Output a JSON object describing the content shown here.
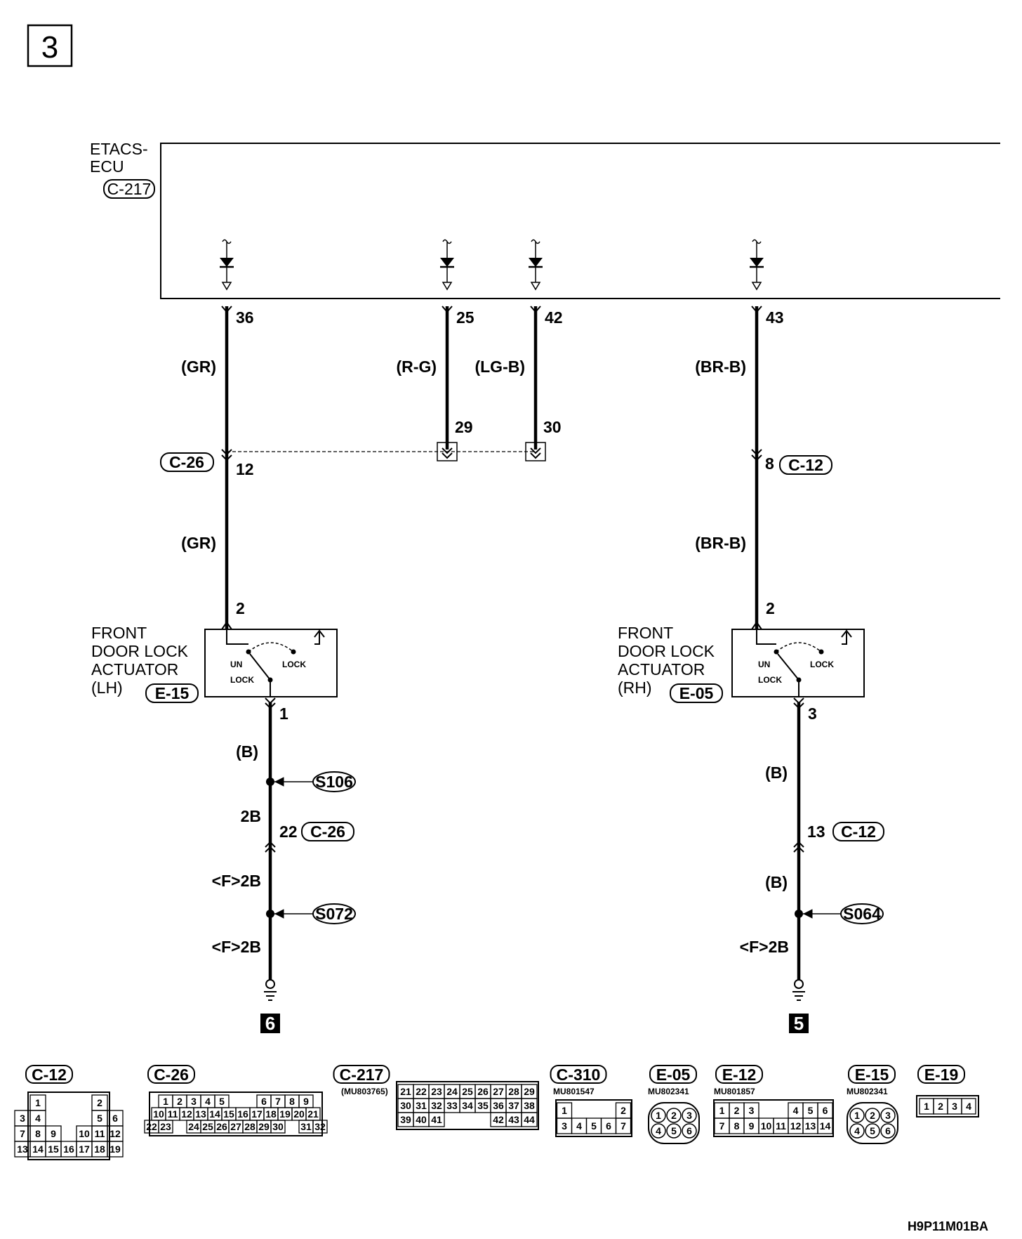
{
  "page_number": "3",
  "ecu": {
    "name_line1": "ETACS-",
    "name_line2": "ECU",
    "connector": "C-217"
  },
  "wires": [
    {
      "ecu_pin": "36",
      "color_top": "(GR)",
      "inline_connector": "C-26",
      "inline_pin": "12",
      "color_bottom": "(GR)",
      "actuator_pin": "2"
    },
    {
      "ecu_pin": "25",
      "color_top": "(R-G)",
      "joint_pin": "29"
    },
    {
      "ecu_pin": "42",
      "color_top": "(LG-B)",
      "joint_pin": "30"
    },
    {
      "ecu_pin": "43",
      "color_top": "(BR-B)",
      "inline_connector": "C-12",
      "inline_pin": "8",
      "color_bottom": "(BR-B)",
      "actuator_pin": "2"
    }
  ],
  "actuators": [
    {
      "line1": "FRONT",
      "line2": "DOOR LOCK",
      "line3": "ACTUATOR",
      "line4": "(LH)",
      "connector": "E-15",
      "unlock_top": "UN",
      "unlock_bottom": "LOCK",
      "lock": "LOCK",
      "ground_pin": "1",
      "wire1_color": "(B)",
      "splice1": "S106",
      "wire2_label": "2B",
      "inline_pin": "22",
      "inline_connector": "C-26",
      "wire3_label": "<F>2B",
      "splice2": "S072",
      "wire4_label": "<F>2B",
      "ground_ref": "6"
    },
    {
      "line1": "FRONT",
      "line2": "DOOR LOCK",
      "line3": "ACTUATOR",
      "line4": "(RH)",
      "connector": "E-05",
      "unlock_top": "UN",
      "unlock_bottom": "LOCK",
      "lock": "LOCK",
      "ground_pin": "3",
      "wire1_color": "(B)",
      "inline_pin": "13",
      "inline_connector": "C-12",
      "wire3_label": "(B)",
      "splice2": "S064",
      "wire4_label": "<F>2B",
      "ground_ref": "5"
    }
  ],
  "connector_views": [
    {
      "name": "C-12",
      "part": "",
      "rows": [
        [
          "",
          "1",
          "",
          "",
          "",
          "2",
          ""
        ],
        [
          "3",
          "4",
          "",
          "",
          "",
          "5",
          "6"
        ],
        [
          "7",
          "8",
          "9",
          "",
          "10",
          "11",
          "12"
        ],
        [
          "13",
          "14",
          "15",
          "16",
          "17",
          "18",
          "19"
        ]
      ]
    },
    {
      "name": "C-26",
      "part": "",
      "rows": [
        [
          "1",
          "2",
          "3",
          "4",
          "5",
          "",
          "",
          "6",
          "7",
          "8",
          "9"
        ],
        [
          "10",
          "11",
          "12",
          "13",
          "14",
          "15",
          "16",
          "17",
          "18",
          "19",
          "20",
          "21"
        ],
        [
          "22",
          "23",
          "",
          "24",
          "25",
          "26",
          "27",
          "28",
          "29",
          "30",
          "",
          "31",
          "32"
        ]
      ]
    },
    {
      "name": "C-217",
      "part": "(MU803765)",
      "rows": [
        [
          "21",
          "22",
          "23",
          "24",
          "25",
          "26",
          "27",
          "28",
          "29"
        ],
        [
          "30",
          "31",
          "32",
          "33",
          "34",
          "35",
          "36",
          "37",
          "38"
        ],
        [
          "39",
          "40",
          "41",
          "",
          "",
          "",
          "42",
          "43",
          "44"
        ]
      ]
    },
    {
      "name": "C-310",
      "part": "MU801547",
      "rows": [
        [
          "1",
          "",
          "",
          "",
          "2"
        ],
        [
          "3",
          "4",
          "5",
          "6",
          "7"
        ]
      ]
    },
    {
      "name": "E-05",
      "part": "MU802341",
      "rows": [
        [
          "1",
          "2",
          "3"
        ],
        [
          "4",
          "5",
          "6"
        ]
      ]
    },
    {
      "name": "E-12",
      "part": "MU801857",
      "rows": [
        [
          "1",
          "2",
          "3",
          "",
          "",
          "4",
          "5",
          "6"
        ],
        [
          "7",
          "8",
          "9",
          "10",
          "11",
          "12",
          "13",
          "14"
        ]
      ]
    },
    {
      "name": "E-15",
      "part": "MU802341",
      "rows": [
        [
          "1",
          "2",
          "3"
        ],
        [
          "4",
          "5",
          "6"
        ]
      ]
    },
    {
      "name": "E-19",
      "part": "",
      "rows": [
        [
          "1",
          "2",
          "3",
          "4"
        ]
      ]
    }
  ],
  "figure_code": "H9P11M01BA"
}
